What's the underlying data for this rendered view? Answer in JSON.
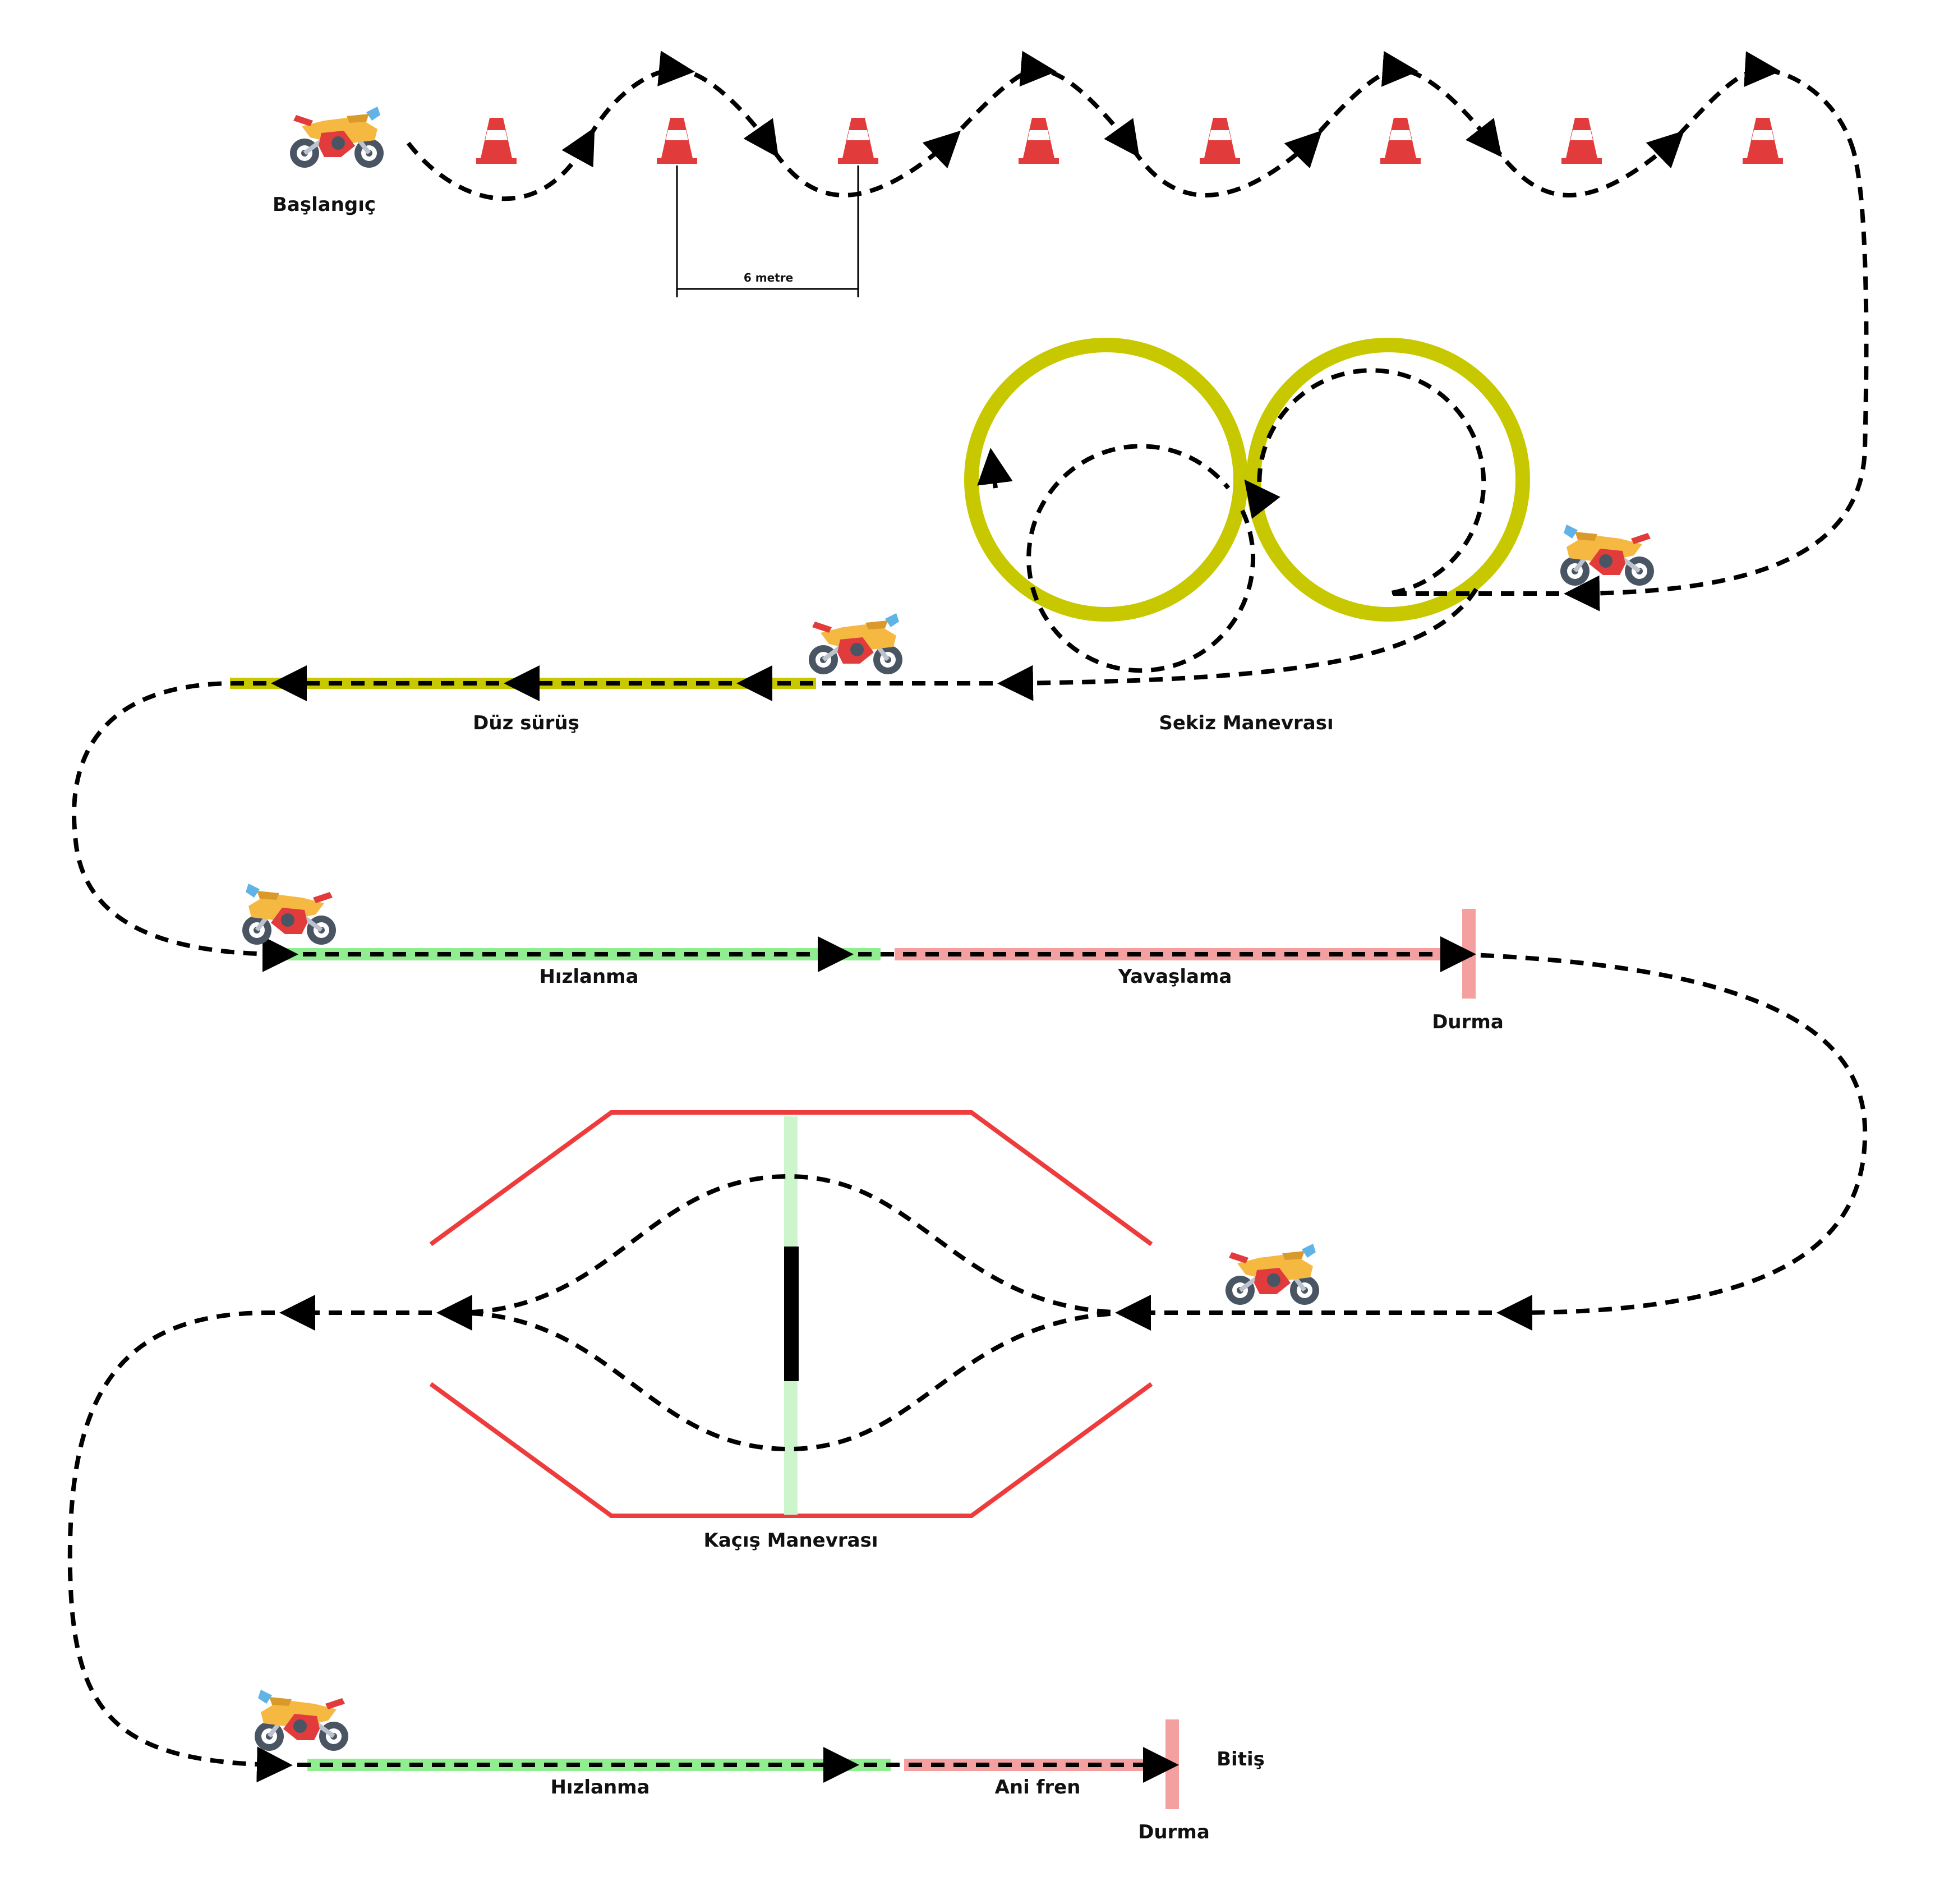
{
  "labels": {
    "start": "Başlangıç",
    "distance": "6 metre",
    "straight": "Düz sürüş",
    "figure_eight": "Sekiz Manevrası",
    "accel_1": "Hızlanma",
    "decel": "Yavaşlama",
    "stop_1": "Durma",
    "avoidance": "Kaçış Manevrası",
    "accel_2": "Hızlanma",
    "sudden_brake": "Ani fren",
    "stop_2": "Durma",
    "finish": "Bitiş"
  },
  "colors": {
    "path": "#000000",
    "olive": "#c8c800",
    "accel_green": "#90ee90",
    "decel_red": "#f4a0a0",
    "stop_line": "#f4a0a0",
    "lane_red": "#ee3b3b",
    "light_green": "#ccf5cc",
    "cone_red": "#e23b3b",
    "cone_white": "#ffffff"
  },
  "icons": [
    "motorcycle-icon",
    "traffic-cone-icon"
  ]
}
